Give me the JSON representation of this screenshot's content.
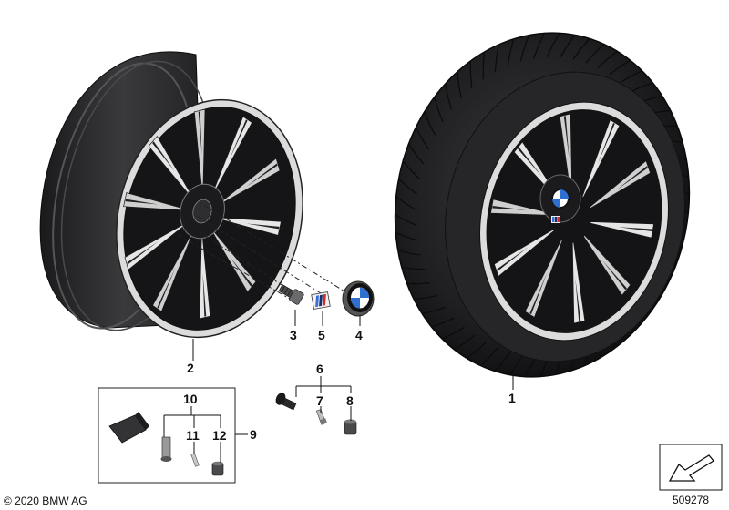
{
  "diagram": {
    "callouts": {
      "c1": "1",
      "c2": "2",
      "c3": "3",
      "c4": "4",
      "c5": "5",
      "c6": "6",
      "c7": "7",
      "c8": "8",
      "c9": "9",
      "c10": "10",
      "c11": "11",
      "c12": "12"
    },
    "copyright": "© 2020 BMW AG",
    "image_number": "509278",
    "colors": {
      "tire": "#1c1c1e",
      "rim_dark": "#2a2a2c",
      "rim_silver": "#d9d9d9",
      "bmw_blue": "#2f6fd0",
      "m_blue": "#3b6fd8",
      "m_red": "#d42a2a"
    }
  }
}
